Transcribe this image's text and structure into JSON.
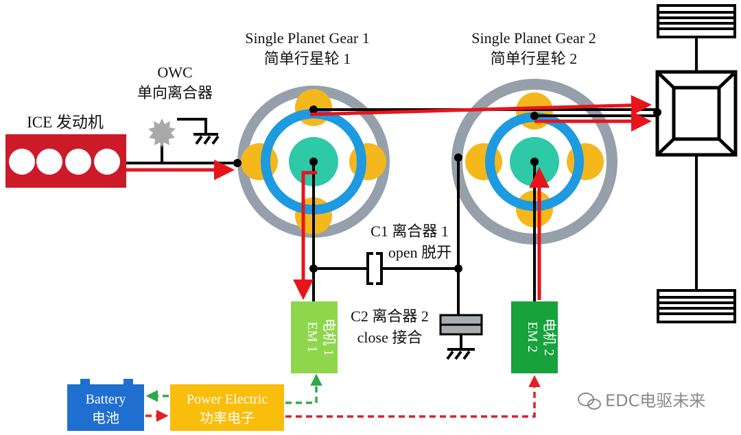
{
  "labels": {
    "ice": "ICE 发动机",
    "owc_en": "OWC",
    "owc_cn": "单向离合器",
    "gear1_en": "Single Planet Gear 1",
    "gear1_cn": "简单行星轮 1",
    "gear2_en": "Single Planet Gear 2",
    "gear2_cn": "简单行星轮 2",
    "c1_line1": "C1 离合器 1",
    "c1_line2": "open 脱开",
    "c2_line1": "C2 离合器 2",
    "c2_line2": "close 接合",
    "em1_en": "EM 1",
    "em1_cn": "电机 1",
    "em2_en": "EM 2",
    "em2_cn": "电机 2",
    "battery_en": "Battery",
    "battery_cn": "电池",
    "pe_en": "Power Electric",
    "pe_cn": "功率电子",
    "watermark": "EDC电驱未来"
  },
  "colors": {
    "power_flow": "#e8141c",
    "shaft": "#000000",
    "ring_gear": "#95a0ab",
    "carrier_ring": "#1e9ae0",
    "planet": "#f4b71c",
    "sun": "#2ec9a7",
    "engine": "#cc1a28",
    "motor": "#3ec04a",
    "motor_light": "#8ed64b",
    "battery": "#1f6fd0",
    "power_electric": "#f9bd0c",
    "electric_green": "#2ea84a",
    "electric_red": "#e01f26"
  },
  "icons": [
    "engine-block-icon",
    "owc-gear-icon",
    "ground-icon",
    "clutch-icon",
    "wheel-icon",
    "differential-icon",
    "wechat-icon"
  ]
}
